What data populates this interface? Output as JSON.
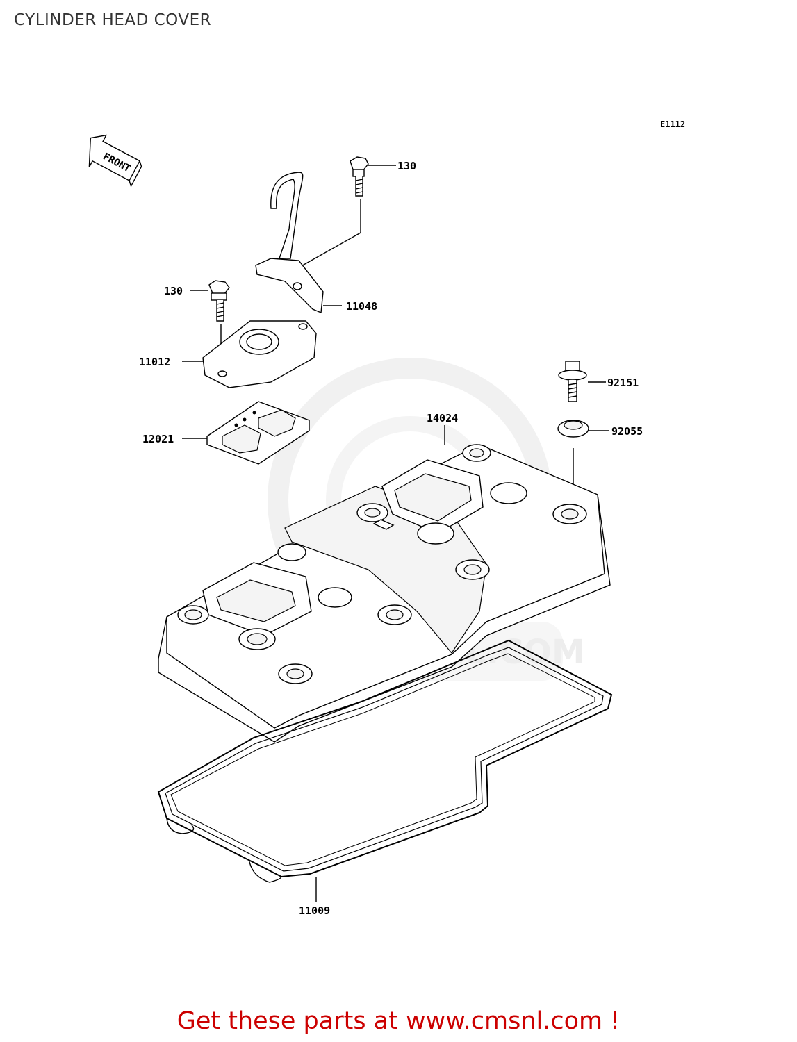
{
  "title": "CYLINDER HEAD COVER",
  "diagram_code": "E1112",
  "front_marker": "FRONT",
  "watermark": "WWW.CMSNL.COM",
  "footer": "Get these parts at www.cmsnl.com !",
  "colors": {
    "footer": "#cc0000",
    "title": "#333333",
    "watermark": "#e6e6e6"
  },
  "parts": [
    {
      "id": "p130a",
      "number": "130"
    },
    {
      "id": "p11048",
      "number": "11048"
    },
    {
      "id": "p130b",
      "number": "130"
    },
    {
      "id": "p11012",
      "number": "11012"
    },
    {
      "id": "p12021",
      "number": "12021"
    },
    {
      "id": "p92151",
      "number": "92151"
    },
    {
      "id": "p92055",
      "number": "92055"
    },
    {
      "id": "p14024",
      "number": "14024"
    },
    {
      "id": "p11009",
      "number": "11009"
    }
  ]
}
